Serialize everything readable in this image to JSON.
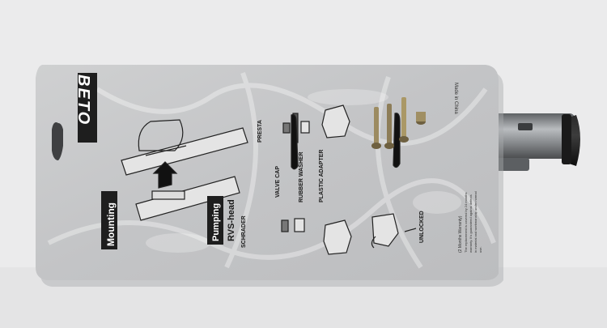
{
  "card": {
    "brand": "BETO",
    "mounting_label": "Mounting",
    "pumping_label": "Pumping",
    "head_label": "RVS-head",
    "schrader_label": "SCHRADER",
    "presta_label": "PRESTA",
    "valve_cap_label": "VALVE CAP",
    "rubber_washer_label": "RUBBER WASHER",
    "plastic_adapter_label": "PLASTIC ADAPTER",
    "unlocked_label": "UNLOCKED",
    "made_in": "Made in China",
    "warranty_title": "(2 Months Warranty)",
    "warranty_text_1": "The replacement is covered by 24 months",
    "warranty_text_2": "warranty. It's guaranteed against defects",
    "warranty_text_3": "in material and workmanship under normal",
    "warranty_text_4": "use."
  },
  "colors": {
    "card": "#c9cacb",
    "pump_body": "#8a8d90",
    "pump_cap": "#151515",
    "dark": "#1e1e1e"
  }
}
